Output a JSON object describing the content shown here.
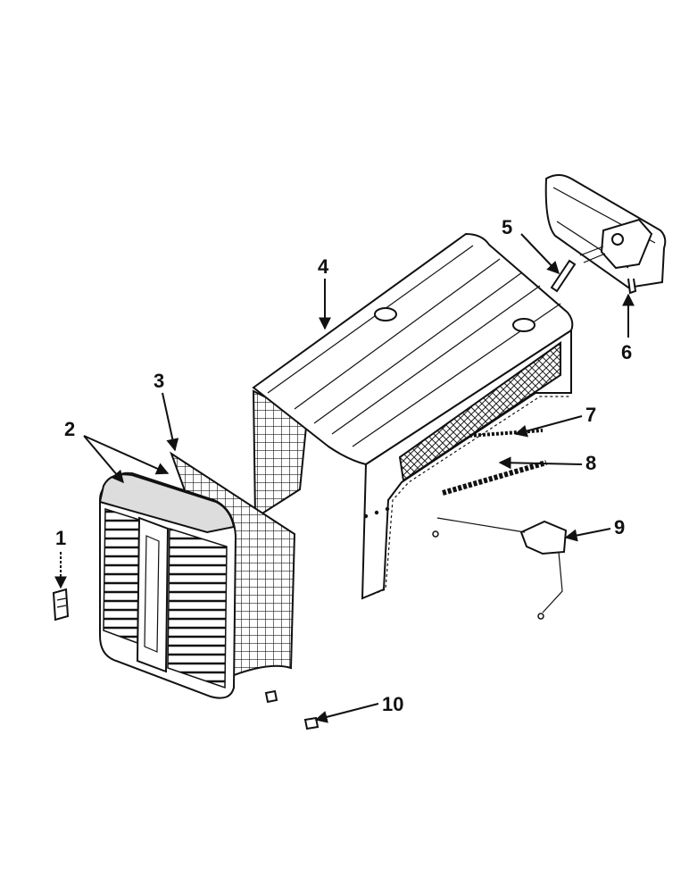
{
  "diagram": {
    "callouts": [
      {
        "id": "1",
        "label": "1",
        "part": "clip"
      },
      {
        "id": "2",
        "label": "2",
        "part": "grille-assembly"
      },
      {
        "id": "3",
        "label": "3",
        "part": "screen"
      },
      {
        "id": "4",
        "label": "4",
        "part": "hood"
      },
      {
        "id": "5",
        "label": "5",
        "part": "pin"
      },
      {
        "id": "6",
        "label": "6",
        "part": "rear-panel"
      },
      {
        "id": "7",
        "label": "7",
        "part": "upper-strip"
      },
      {
        "id": "8",
        "label": "8",
        "part": "lower-strip"
      },
      {
        "id": "9",
        "label": "9",
        "part": "bracket-rod"
      },
      {
        "id": "10",
        "label": "10",
        "part": "spacer-block"
      }
    ],
    "colors": {
      "ink": "#111111",
      "paper": "#ffffff",
      "shade": "#d8d8d8"
    }
  }
}
